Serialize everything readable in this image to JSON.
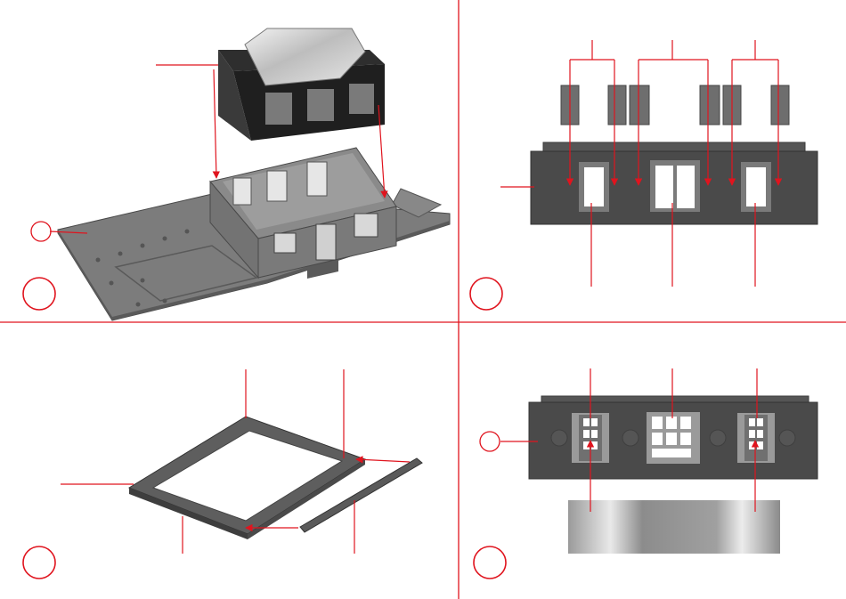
{
  "title": "",
  "colors": {
    "accent_red": "#e0141e",
    "part_dark": "#3e3e3e",
    "part_mid": "#6a6a6a",
    "part_light": "#8f8f8f",
    "window_white": "#ffffff",
    "background": "#ffffff"
  },
  "panels": [
    {
      "id": "step-1",
      "number": "",
      "description": ""
    },
    {
      "id": "step-2",
      "number": "",
      "description": ""
    },
    {
      "id": "step-3",
      "number": "",
      "description": ""
    },
    {
      "id": "step-4",
      "number": "",
      "description": ""
    }
  ],
  "callouts": {
    "part_number_label": ""
  }
}
